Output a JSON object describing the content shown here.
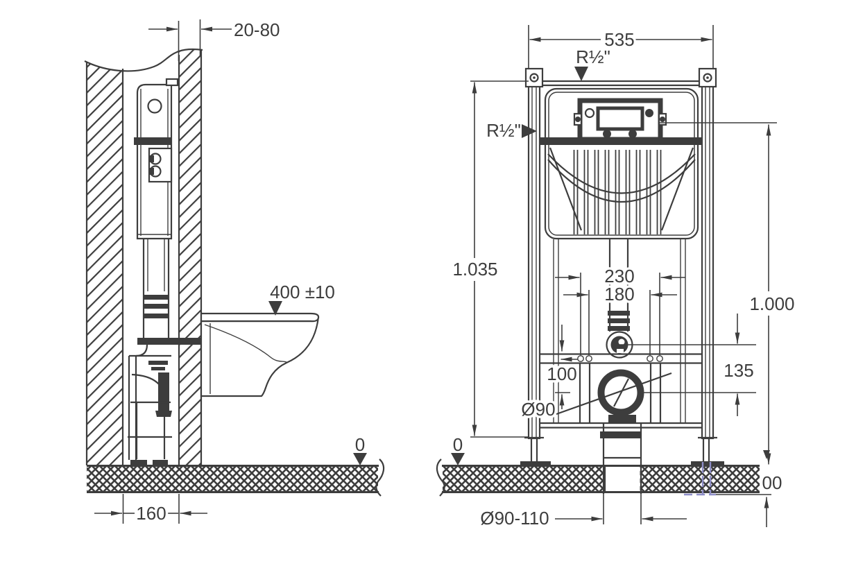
{
  "drawing": {
    "side_view": {
      "wall_finish_thickness": "20-80",
      "rim_height": "400 ±10",
      "floor_datum": "0",
      "drain_setout": "160"
    },
    "front_view": {
      "frame_width": "535",
      "water_inlet_top": "R½\"",
      "water_inlet_side": "R½\"",
      "frame_height": "1.035",
      "fixing_spacing_outer": "230",
      "fixing_spacing_inner": "180",
      "inlet_height": "1.000",
      "outlet_drop": "100",
      "connection_offset": "135",
      "outlet_diameter": "Ø90",
      "floor_datum": "0",
      "drain_pipe_diameter": "Ø90-110",
      "below_floor_depth": "00"
    },
    "colors": {
      "line": "#3d3d3d",
      "hidden_parts": "#8e8ec8",
      "background": "#ffffff"
    }
  }
}
